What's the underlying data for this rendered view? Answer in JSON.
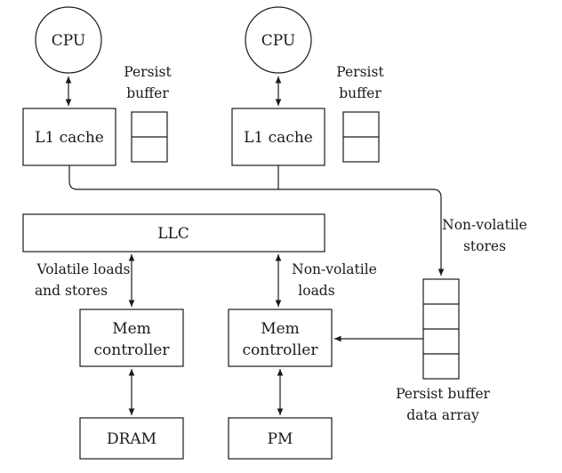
{
  "cpu_left": "CPU",
  "cpu_right": "CPU",
  "persist_buffer_left": [
    "Persist",
    "buffer"
  ],
  "persist_buffer_right": [
    "Persist",
    "buffer"
  ],
  "l1_left": "L1 cache",
  "l1_right": "L1 cache",
  "nonvolatile_stores": [
    "Non-volatile",
    "stores"
  ],
  "llc": "LLC",
  "volatile_ops": [
    "Volatile loads",
    "and stores"
  ],
  "nonvolatile_loads": [
    "Non-volatile",
    "loads"
  ],
  "mem_controller_left": [
    "Mem",
    "controller"
  ],
  "mem_controller_right": [
    "Mem",
    "controller"
  ],
  "persist_buffer_data_array": [
    "Persist buffer",
    "data array"
  ],
  "dram": "DRAM",
  "pm": "PM"
}
